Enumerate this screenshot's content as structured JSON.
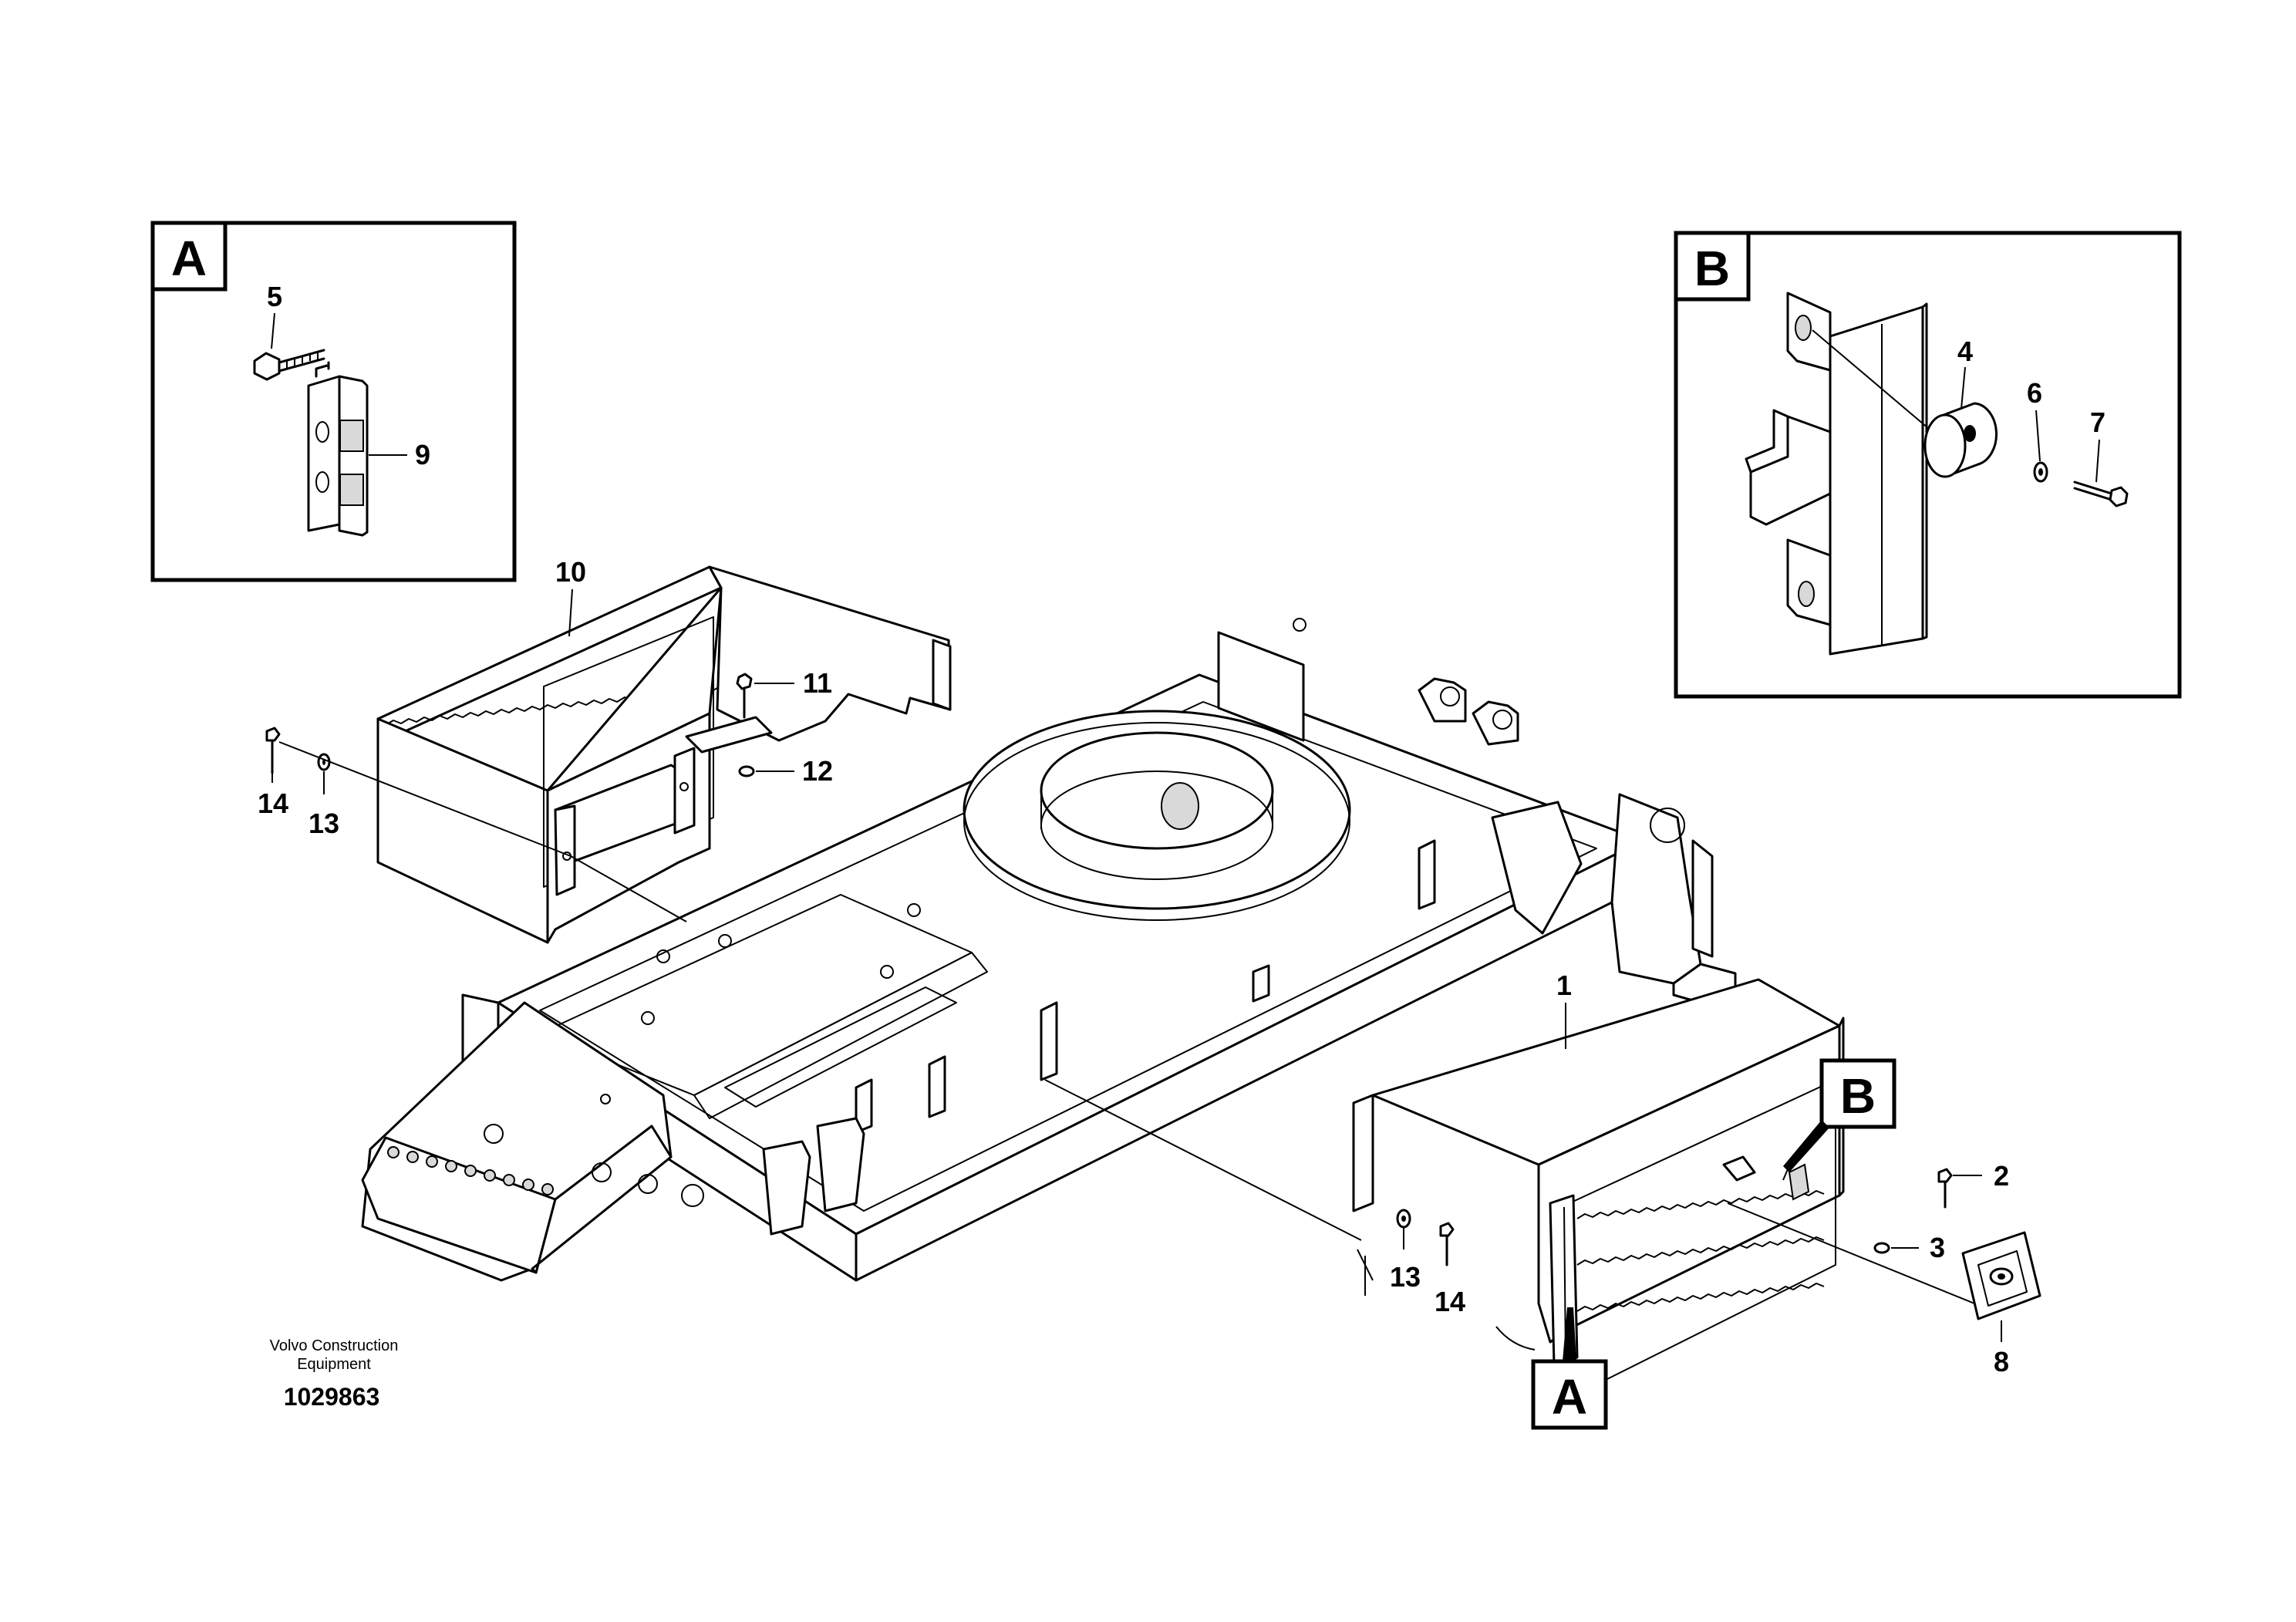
{
  "detail_a": {
    "label": "A",
    "callouts": {
      "bolt": "5",
      "hinge": "9"
    }
  },
  "detail_b": {
    "label": "B",
    "callouts": {
      "bumper": "4",
      "washer": "6",
      "screw": "7"
    }
  },
  "left_toolbox": {
    "callouts": {
      "box": "10",
      "screw_top": "11",
      "nut_top": "12",
      "screw_side": "14",
      "washer_side": "13"
    }
  },
  "right_toolbox": {
    "callouts": {
      "box": "1",
      "screw_end": "2",
      "nut_end": "3",
      "latch_plate": "8",
      "washer_side": "13",
      "screw_side": "14"
    },
    "ref_a": "A",
    "ref_b": "B"
  },
  "credit": {
    "line1": "Volvo Construction",
    "line2": "Equipment",
    "drawing_no": "1029863"
  },
  "colors": {
    "line": "#000000",
    "background": "#ffffff"
  }
}
